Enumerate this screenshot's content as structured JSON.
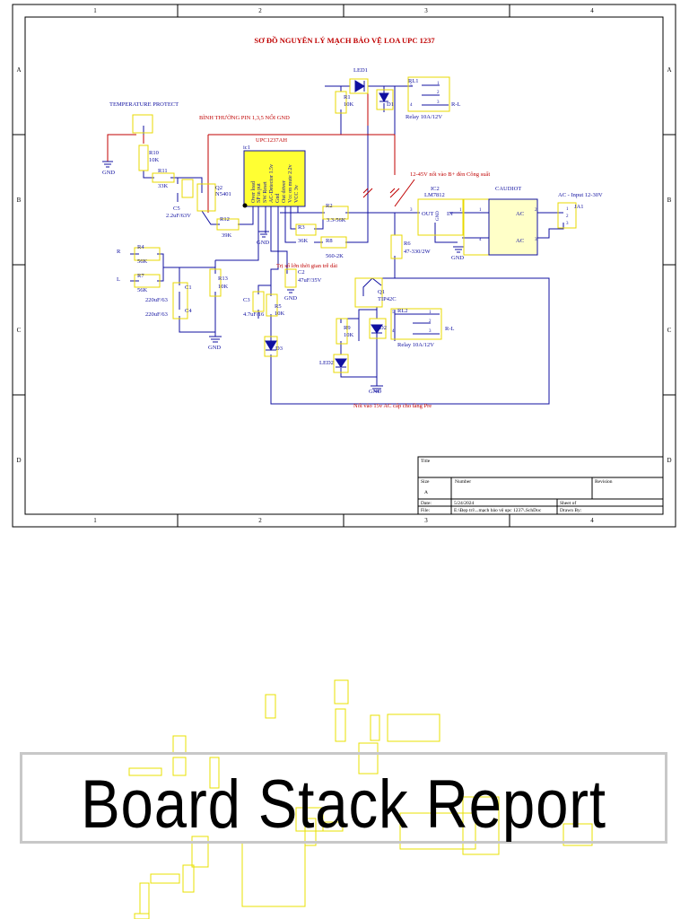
{
  "schematic": {
    "title": "SƠ ĐỒ NGUYÊN LÝ MẠCH BẢO VỆ LOA  UPC 1237",
    "col_labels": [
      "1",
      "2",
      "3",
      "4"
    ],
    "row_labels": [
      "A",
      "B",
      "C",
      "D"
    ],
    "notes": {
      "pin_note": "BÌNH THƯỜNG PIN 1,3,5 NỐI GND",
      "ic_name": "UPC1237AH",
      "b_plus": "12-45V nối vào B+ đèn Công suất",
      "delay": "Trị số lớn thời gian trễ dài",
      "ac_pre": "Nối vào 15v AC cấp cho tầng Pre",
      "temp": "TEMPERATURE PROTECT",
      "ac_input": "AC - Input 12-30V"
    },
    "ic_pins": [
      "Over load",
      "SP in put",
      "SW Reset",
      "AC-Detector 1.5v",
      "Gnd",
      "Out driver",
      "Vcc on mute 2.2v",
      "VCC 3v"
    ],
    "components": {
      "ic1": "ic1",
      "led1": "LED1",
      "r1": "R1",
      "r1_val": "10K",
      "d1": "D1",
      "rl1": "RL1",
      "rl1_val": "Relay 10A/12V",
      "rl1_out": "R-L",
      "r10": "R10",
      "r10_val": "10K",
      "r11": "R11",
      "r11_val": "33K",
      "q2": "Q2",
      "q2_val": "N5401",
      "c5": "C5",
      "c5_val": "2.2uF/63V",
      "r12": "R12",
      "r12_val": "39K",
      "ic2": "IC2",
      "ic2_val": "LM7812",
      "ic2_out": "OUT",
      "ic2_in": "IN",
      "ic2_gnd": "GND",
      "bridge": "CAUDIOT",
      "ac": "AC",
      "ja1": "JA1",
      "r2": "R2",
      "r2_val": "3.3-56K",
      "r3": "R3",
      "r3_val": "36K",
      "r8": "R8",
      "r8_val": "560-2K",
      "r6": "R6",
      "r6_val": "47-330/2W",
      "r4": "R4",
      "r4_val": "56K",
      "r7": "R7",
      "r7_val": "56K",
      "in_r": "R",
      "in_l": "L",
      "c1_val": "220uF/63",
      "c4_val": "220uF/63",
      "c1": "C1",
      "c4": "C4",
      "r13": "R13",
      "r13_val": "10K",
      "c2": "C2",
      "c2_val": "47uF/35V",
      "c3": "C3",
      "c3_val": "4.7uF/16",
      "r5": "R5",
      "r5_val": "10K",
      "q1": "Q1",
      "q1_val": "TIP42C",
      "r9": "R9",
      "r9_val": "10K",
      "led2": "LED2",
      "d2": "D2",
      "d3": "D3",
      "rl2": "RL2",
      "rl2_val": "Relay 10A/12V",
      "rl2_out": "R-L",
      "gnd": "GND"
    },
    "title_block": {
      "title": "Title",
      "size": "Size",
      "size_val": "A",
      "number": "Number",
      "revision": "Revision",
      "date": "Date:",
      "date_val": "5/24/2024",
      "sheet": "Sheet   of",
      "file": "File:",
      "file_val": "E:\\Đẹp trí\\...mạch bảo vệ upc 1237\\.SchDoc",
      "drawn": "Drawn By:"
    }
  },
  "report": {
    "title": "Board Stack Report"
  }
}
